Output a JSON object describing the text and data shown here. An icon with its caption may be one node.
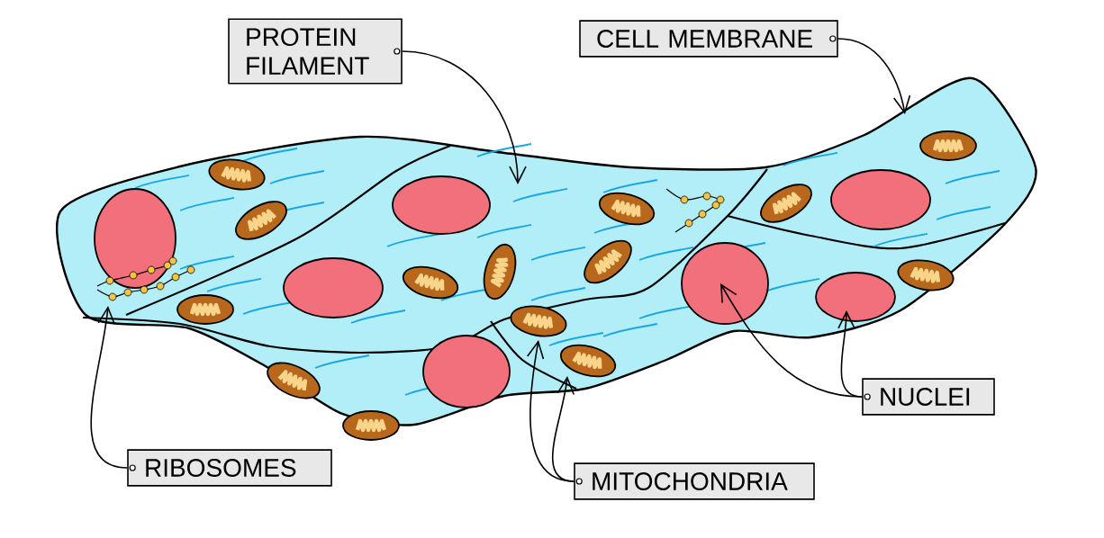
{
  "diagram": {
    "nodes": [
      {
        "text": [
          "PROTEIN FILAMENT"
        ]
      },
      {
        "text": [
          "CELL MEMBRANE"
        ]
      },
      {
        "text": [
          "RIBOSOMES"
        ]
      },
      {
        "text": [
          "MITOCHONDRIA"
        ]
      },
      {
        "text": [
          "NUCLEI"
        ]
      }
    ],
    "edges": [
      {
        "from": 0,
        "to": null,
        "arrow": "to"
      },
      {
        "from": 1,
        "to": null,
        "arrow": "to"
      },
      {
        "from": 2,
        "to": null,
        "arrow": "to"
      },
      {
        "from": 3,
        "to": null,
        "arrow": "to"
      },
      {
        "from": 3,
        "to": null,
        "arrow": "to"
      },
      {
        "from": 4,
        "to": null,
        "arrow": "to"
      },
      {
        "from": 4,
        "to": null,
        "arrow": "to"
      }
    ]
  }
}
